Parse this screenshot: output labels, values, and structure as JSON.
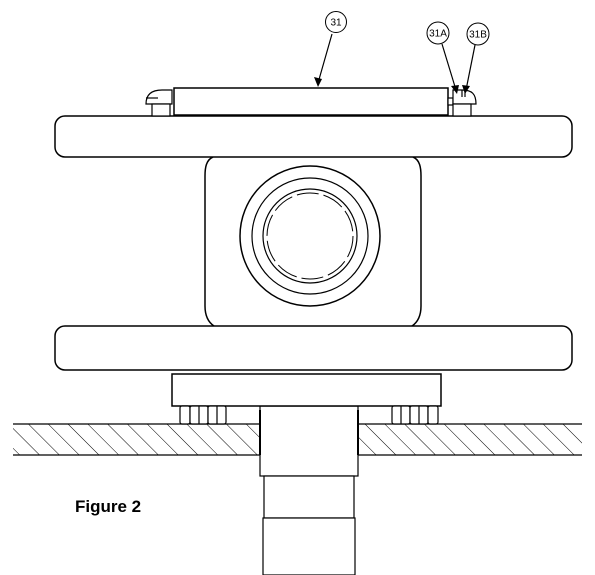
{
  "figure": {
    "caption": "Figure 2",
    "callouts": [
      {
        "id": "callout-31",
        "label": "31"
      },
      {
        "id": "callout-31a",
        "label": "31A"
      },
      {
        "id": "callout-31b",
        "label": "31B"
      }
    ]
  }
}
